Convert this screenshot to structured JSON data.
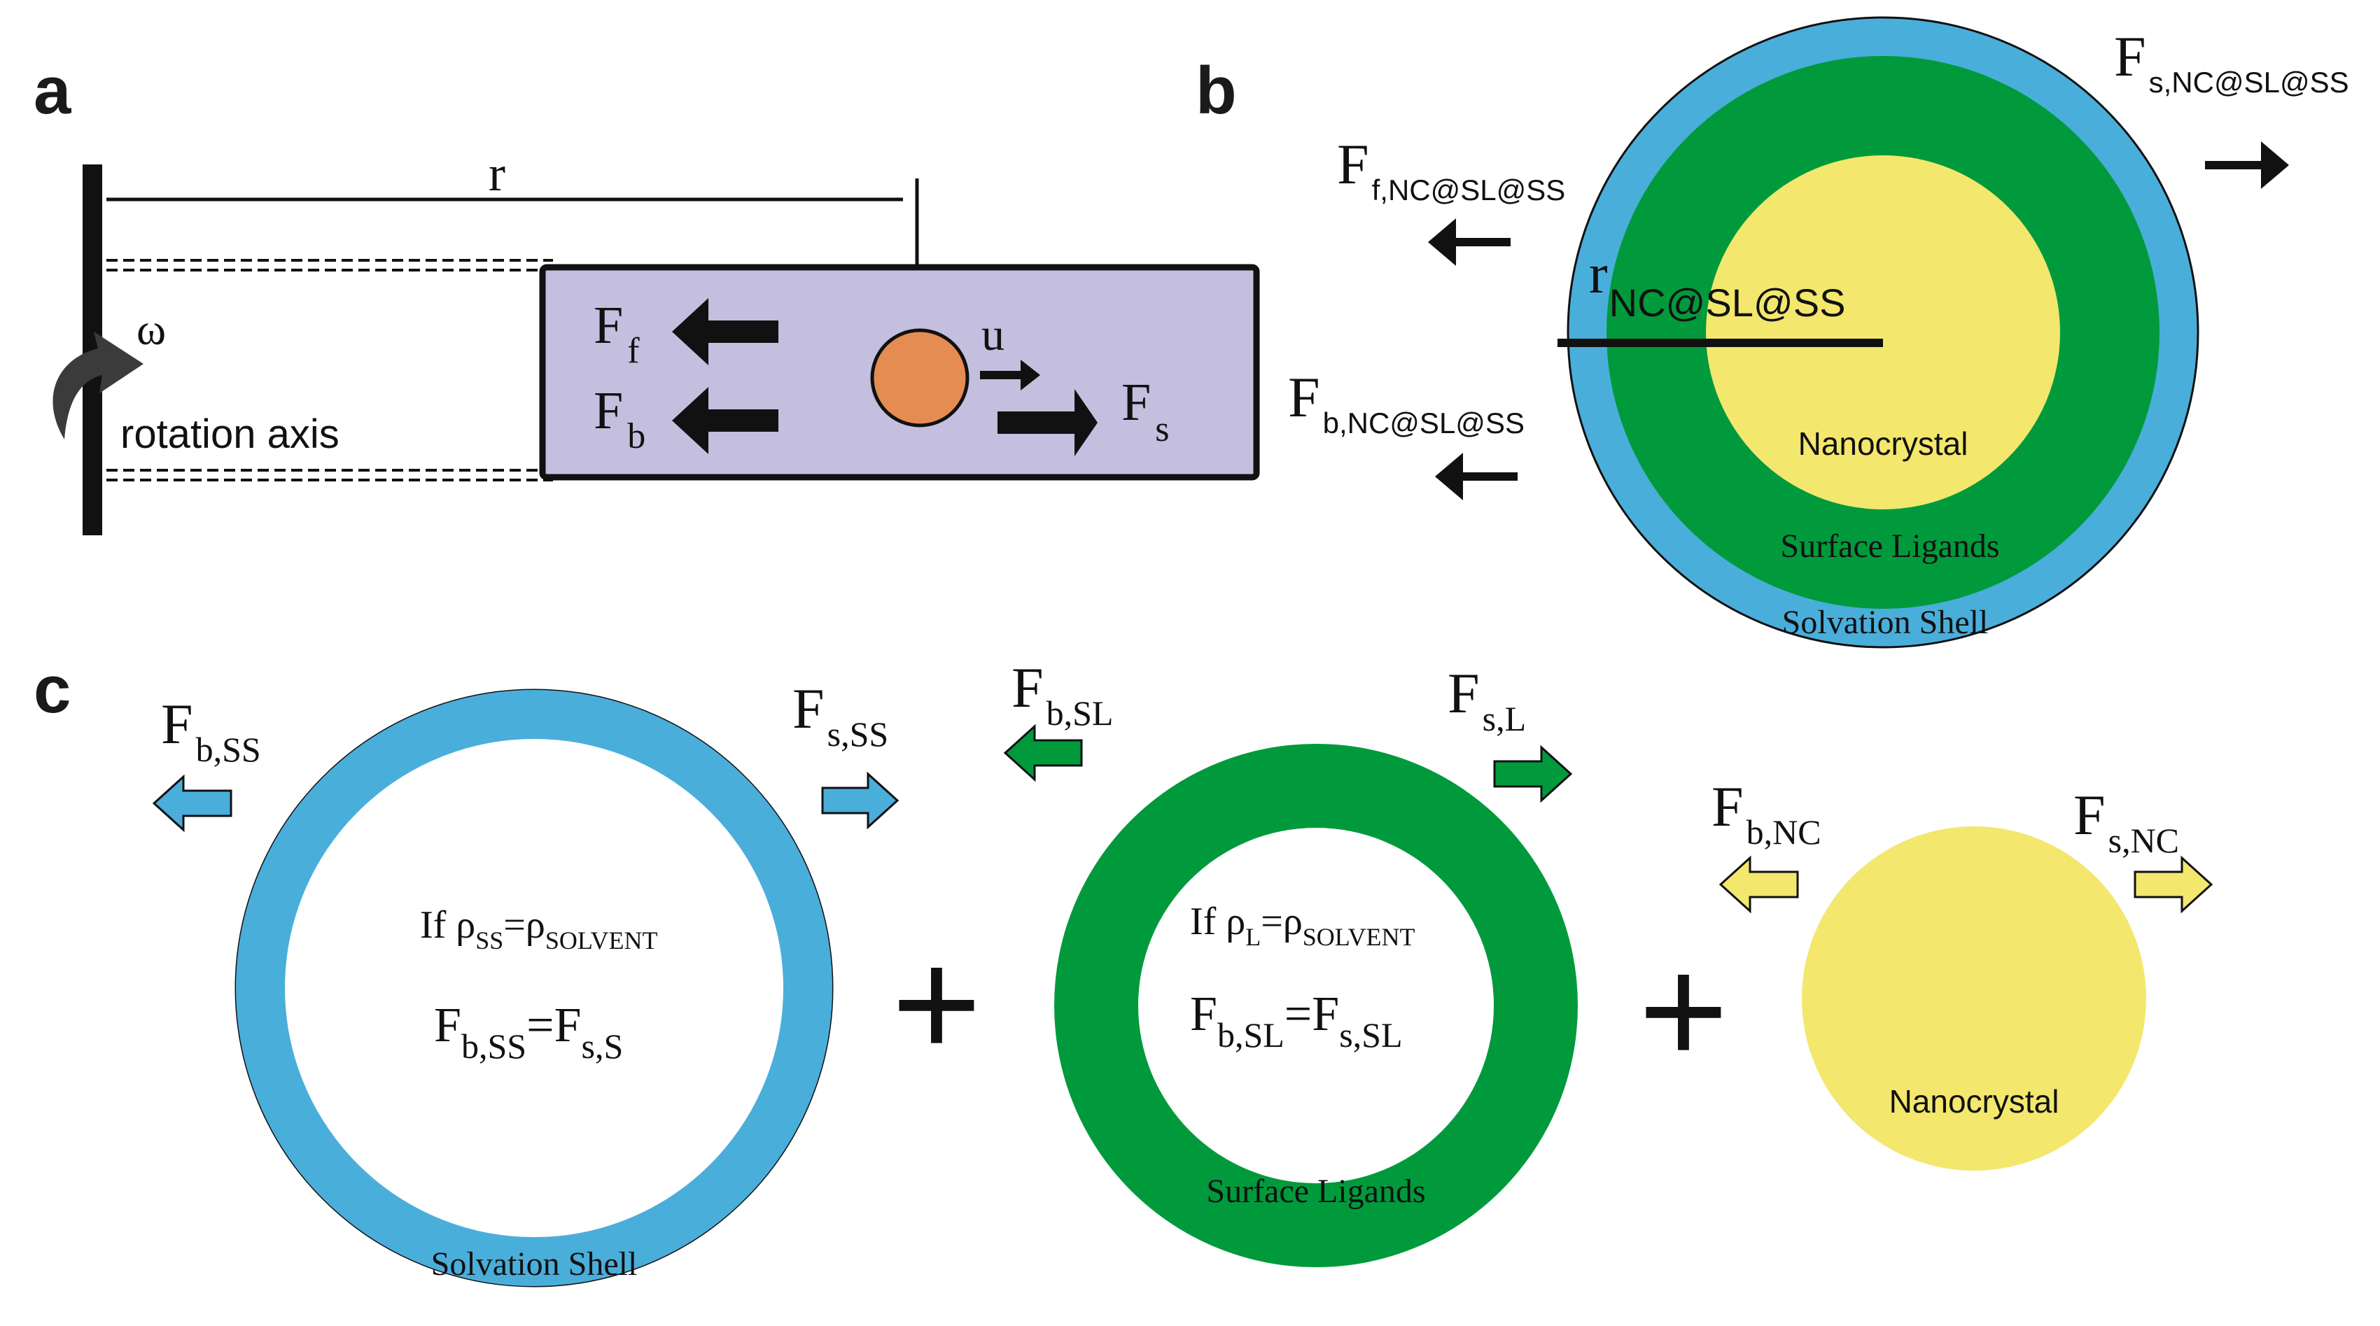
{
  "panels": {
    "a": "a",
    "b": "b",
    "c": "c"
  },
  "colors": {
    "solvation_shell": "#4aaedb",
    "surface_ligands": "#009a3c",
    "nanocrystal": "#f3e76d",
    "tube": "#c4bedf",
    "particle": "#e48c52"
  },
  "panel_a": {
    "radius_label": "r",
    "omega": "ω",
    "rotation_axis": "rotation axis",
    "u": "u",
    "ff": {
      "main": "F",
      "sub": "f"
    },
    "fb": {
      "main": "F",
      "sub": "b"
    },
    "fs": {
      "main": "F",
      "sub": "s"
    }
  },
  "panel_b": {
    "fs": {
      "main": "F",
      "sub": "s,NC@SL@SS"
    },
    "ff": {
      "main": "F",
      "sub": "f,NC@SL@SS"
    },
    "fb": {
      "main": "F",
      "sub": "b,NC@SL@SS"
    },
    "r": {
      "main": "r",
      "sub": "NC@SL@SS"
    },
    "nanocrystal": "Nanocrystal",
    "surface_ligands": "Surface Ligands",
    "solvation_shell": "Solvation Shell"
  },
  "panel_c": {
    "ss": {
      "fb": {
        "main": "F",
        "sub": "b,SS"
      },
      "fs": {
        "main": "F",
        "sub": "s,SS"
      },
      "cond": {
        "pre": "If ρ",
        "sub1": "SS",
        "mid": "=ρ",
        "sub2": "SOLVENT"
      },
      "eq": {
        "a": "F",
        "asub": "b,SS",
        "mid": "=F",
        "bsub": "s,S"
      },
      "label": "Solvation Shell"
    },
    "plus1": "+",
    "sl": {
      "fb": {
        "main": "F",
        "sub": "b,SL"
      },
      "fs": {
        "main": "F",
        "sub": "s,L"
      },
      "cond": {
        "pre": "If ρ",
        "sub1": "L",
        "mid": "=ρ",
        "sub2": "SOLVENT"
      },
      "eq": {
        "a": "F",
        "asub": "b,SL",
        "mid": "=F",
        "bsub": "s,SL"
      },
      "label": "Surface Ligands"
    },
    "plus2": "+",
    "nc": {
      "fb": {
        "main": "F",
        "sub": "b,NC"
      },
      "fs": {
        "main": "F",
        "sub": "s,NC"
      },
      "label": "Nanocrystal"
    }
  }
}
